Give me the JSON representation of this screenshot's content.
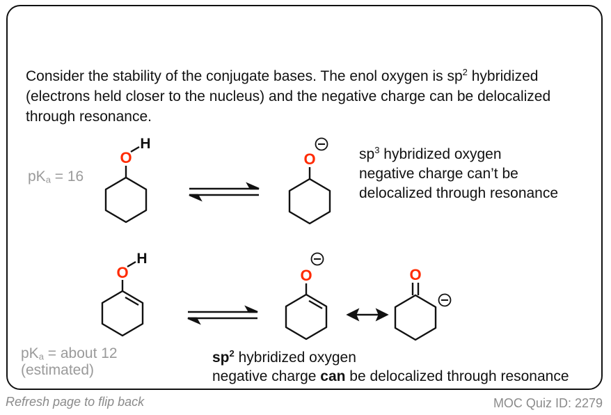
{
  "intro": {
    "part1": "Consider the stability of the conjugate bases. The enol oxygen is sp",
    "sup": "2",
    "part2": " hybridized (electrons held closer to the nucleus) and the negative charge can be delocalized through resonance."
  },
  "atoms": {
    "oxygen": "O",
    "hydrogen": "H"
  },
  "row1": {
    "pka_prefix": "pK",
    "pka_sub": "a",
    "pka_value": " = 16",
    "desc_line1_pre": "sp",
    "desc_line1_sup": "3",
    "desc_line1_post": " hybridized oxygen",
    "desc_line2": "negative charge can’t be",
    "desc_line3": "delocalized through resonance"
  },
  "row2": {
    "pka_prefix": "pK",
    "pka_sub": "a",
    "pka_value": " = about 12",
    "pka_note": "(estimated)",
    "desc_line1_bold": "sp",
    "desc_line1_sup": "2",
    "desc_line1_post": " hybridized oxygen",
    "desc_line2_pre": "negative charge ",
    "desc_line2_bold": "can",
    "desc_line2_post": " be  delocalized through resonance"
  },
  "footer": {
    "left": "Refresh page to flip back",
    "right": "MOC Quiz ID: 2279"
  },
  "colors": {
    "oxygen": "#ff2a00",
    "ink": "#111111",
    "gray": "#9a9a9a"
  }
}
